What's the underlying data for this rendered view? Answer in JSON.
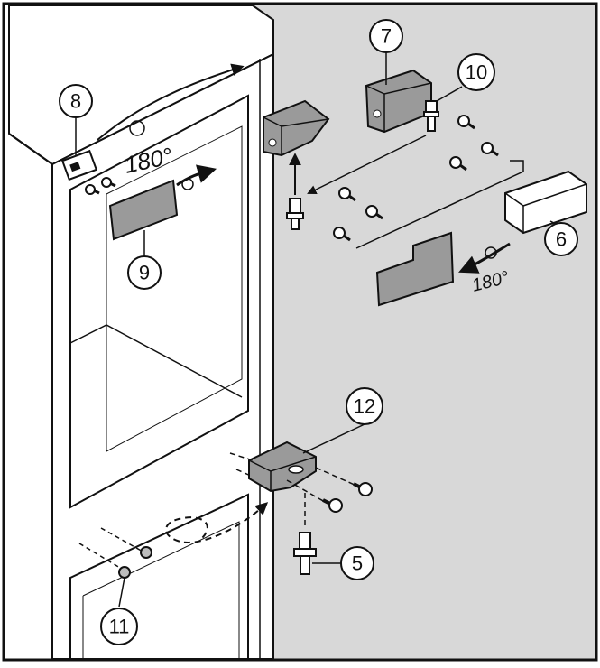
{
  "colors": {
    "background_right": "#d8d8d8",
    "cabinet": "#ffffff",
    "line": "#111111",
    "part_fill": "#9a9a9a"
  },
  "labels": {
    "n5": "5",
    "n6": "6",
    "n7": "7",
    "n8": "8",
    "n9": "9",
    "n10": "10",
    "n11": "11",
    "n12": "12"
  },
  "angles": {
    "top_left": "180°",
    "right": "180°"
  }
}
